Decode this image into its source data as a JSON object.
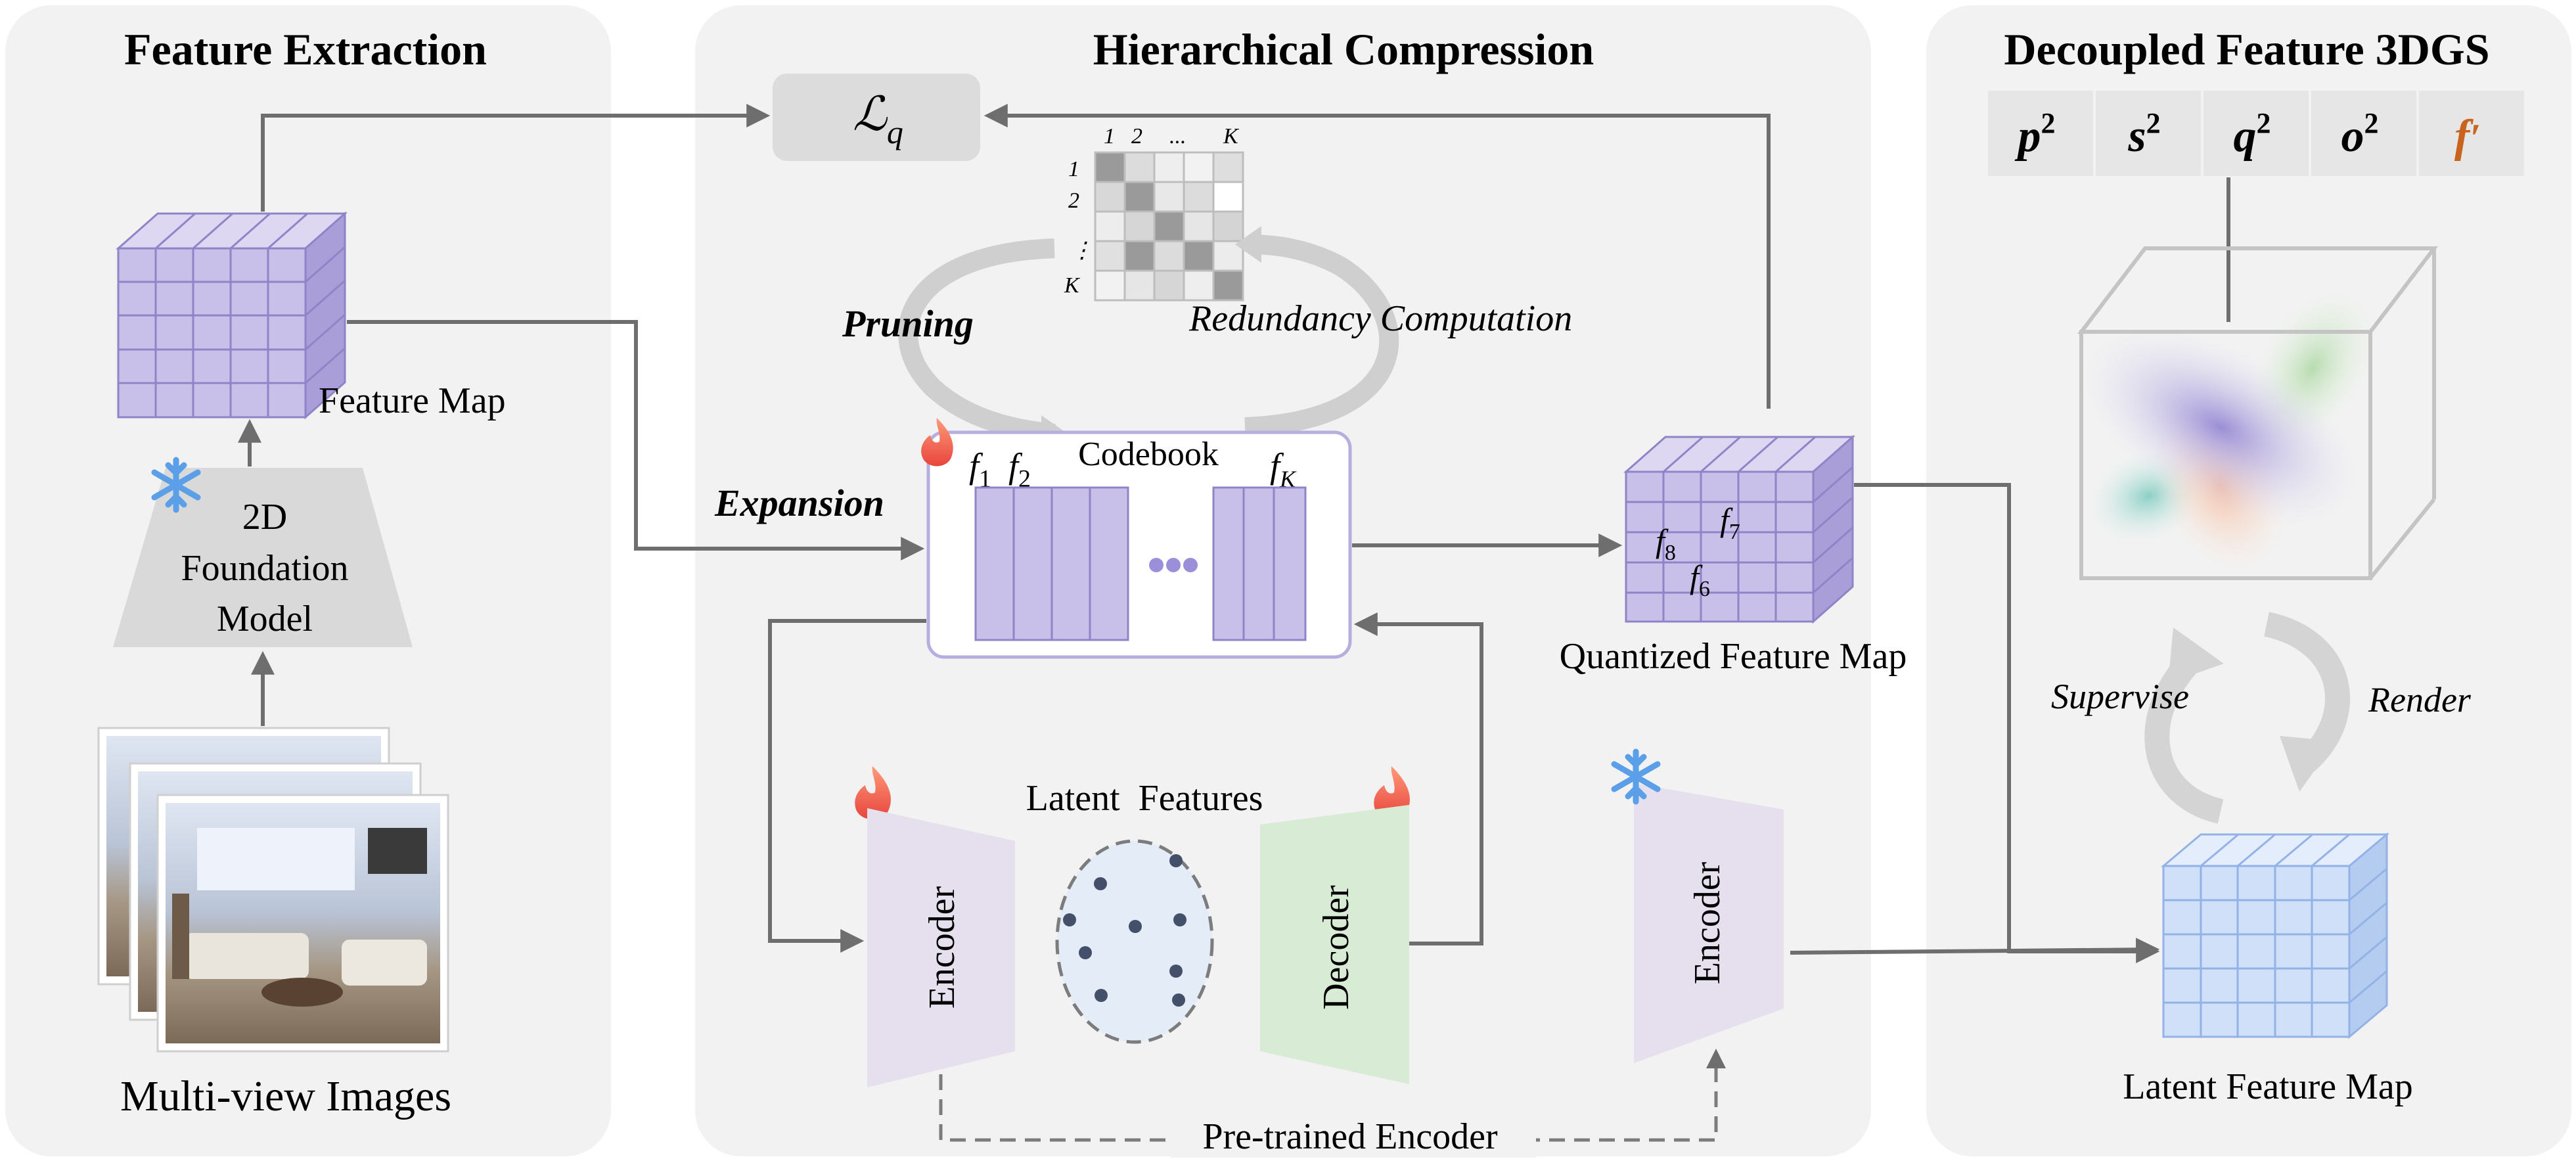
{
  "panels": {
    "feature_extraction": {
      "title": "Feature Extraction"
    },
    "hierarchical_compression": {
      "title": "Hierarchical Compression"
    },
    "decoupled": {
      "title": "Decoupled Feature 3DGS"
    }
  },
  "feature_extraction": {
    "feature_map": "Feature Map",
    "model_line1": "2D",
    "model_line2": "Foundation",
    "model_line3": "Model",
    "images": "Multi-view Images"
  },
  "compression": {
    "loss": "ℒ",
    "loss_sub": "q",
    "matrix": {
      "col1": "1",
      "col2": "2",
      "dots": "...",
      "colK": "K",
      "row1": "1",
      "row2": "2",
      "rowdots": "⋮",
      "rowK": "K"
    },
    "pruning": "Pruning",
    "redundancy": "Redundancy Computation",
    "expansion": "Expansion",
    "codebook": "Codebook",
    "f": "f",
    "sub1": "1",
    "sub2": "2",
    "subK": "K",
    "quantized": "Quantized Feature Map",
    "sub7": "7",
    "sub8": "8",
    "sub6": "6",
    "latent": "Latent  Features",
    "encoder": "Encoder",
    "decoder": "Decoder",
    "pretrained": "Pre-trained Encoder"
  },
  "decoupled": {
    "attrs": [
      {
        "base": "p",
        "sup": "2"
      },
      {
        "base": "s",
        "sup": "2"
      },
      {
        "base": "q",
        "sup": "2"
      },
      {
        "base": "o",
        "sup": "2"
      },
      {
        "base": "f",
        "sup": "′"
      }
    ],
    "supervise": "Supervise",
    "render": "Render",
    "latent_map": "Latent Feature Map"
  },
  "colors": {
    "panel_bg": "#f2f2f2",
    "cube": "#c8c0e8",
    "cube_line": "#8f84c8",
    "latent_cube": "#cfe0f8",
    "latent_line": "#93b2e6",
    "encoder": "#e6e0ee",
    "decoder": "#d8ebd4",
    "accent_f": "#c8641e",
    "arrow": "#6e6e6e"
  }
}
